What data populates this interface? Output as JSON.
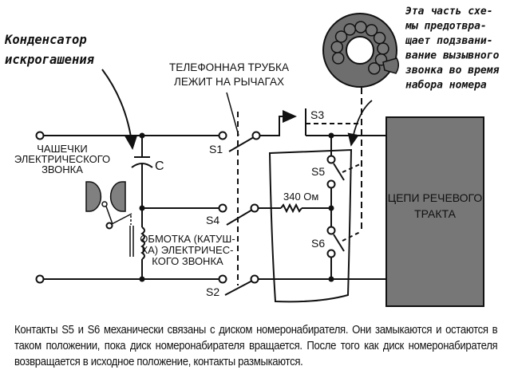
{
  "annotations": {
    "capacitor_note_line1": "Конденсатор",
    "capacitor_note_line2": "искрогашения",
    "handset_note_line1": "ТЕЛЕФОННАЯ ТРУБКА",
    "handset_note_line2": "ЛЕЖИТ НА РЫЧАГАХ",
    "dial_note_lines": [
      "Эта часть схе-",
      "мы предотвра-",
      "щает подзвани-",
      "вание вызывного",
      "звонка во время",
      "набора номера"
    ],
    "bell_cups_lines": [
      "ЧАШЕЧКИ",
      "ЭЛЕКТРИЧЕСКОГО",
      "ЗВОНКА"
    ],
    "coil_lines": [
      "ОБМОТКА (КАТУШ-",
      "КА) ЭЛЕКТРИЧЕС-",
      "КОГО ЗВОНКА"
    ],
    "speech_block_lines": [
      "ЦЕПИ РЕЧЕВОГО",
      "ТРАКТА"
    ]
  },
  "labels": {
    "capacitor": "C",
    "s1": "S1",
    "s2": "S2",
    "s3": "S3",
    "s4": "S4",
    "s5": "S5",
    "s6": "S6",
    "resistor": "340 Ом"
  },
  "caption": "Контакты S5 и S6 механически связаны с диском номеронабирателя. Они замыкаются и остаются в таком положении, пока диск номеронабирателя вращается. После того как диск номеронабирателя возвращается в исходное положение, контакты размыкаются.",
  "colors": {
    "line": "#111111",
    "block_fill": "#777777",
    "dial_fill": "#6e6e6e",
    "bell_fill": "#808080"
  }
}
